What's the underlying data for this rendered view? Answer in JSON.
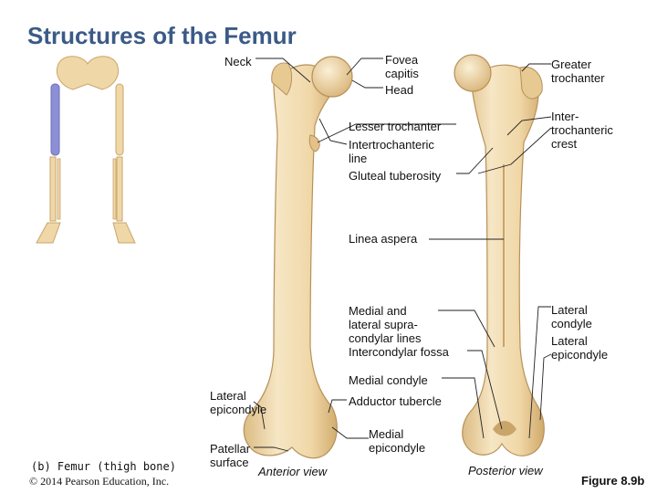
{
  "title": "Structures of the Femur",
  "labels": {
    "neck": "Neck",
    "fovea_capitis": "Fovea\ncapitis",
    "head": "Head",
    "greater_trochanter": "Greater\ntrochanter",
    "intertrochanteric_crest": "Inter-\ntrochanteric\ncrest",
    "lesser_trochanter": "Lesser trochanter",
    "intertrochanteric_line": "Intertrochanteric\nline",
    "gluteal_tuberosity": "Gluteal tuberosity",
    "linea_aspera": "Linea aspera",
    "supracondylar_lines": "Medial and\nlateral supra-\ncondylar lines",
    "intercondylar_fossa": "Intercondylar fossa",
    "lateral_condyle": "Lateral\ncondyle",
    "lateral_epicondyle_right": "Lateral\nepicondyle",
    "medial_condyle": "Medial condyle",
    "lateral_epicondyle_left": "Lateral\nepicondyle",
    "adductor_tubercle": "Adductor tubercle",
    "medial_epicondyle": "Medial\nepicondyle",
    "patellar_surface": "Patellar\nsurface"
  },
  "views": {
    "anterior": "Anterior view",
    "posterior": "Posterior view"
  },
  "caption": "(b) Femur (thigh bone)",
  "copyright": "© 2014 Pearson Education, Inc.",
  "figure_number": "Figure 8.9b",
  "colors": {
    "title": "#3b5a86",
    "bone": "#f2dcb0",
    "bone_shadow": "#d7b77c",
    "highlight": "#8b8fd6"
  }
}
